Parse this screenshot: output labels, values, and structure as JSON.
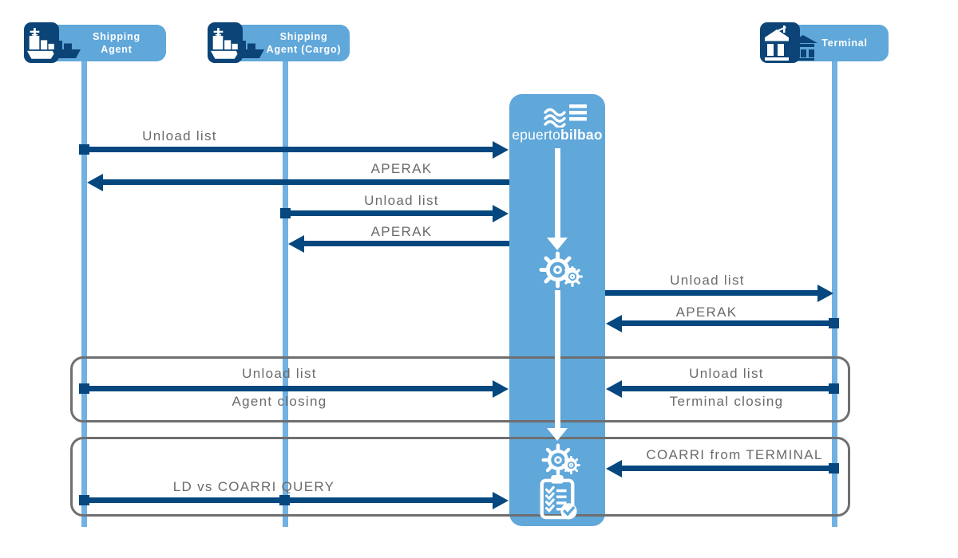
{
  "diagram_type": "sequence",
  "actors": {
    "shipping_agent": {
      "line1": "Shipping",
      "line2": "Agent"
    },
    "shipping_agent_cargo": {
      "line1": "Shipping",
      "line2": "Agent (Cargo)"
    },
    "terminal": {
      "line1": "Terminal"
    }
  },
  "hub": {
    "name_light": "epuerto",
    "name_bold": "bilbao"
  },
  "messages": [
    {
      "label": "Unload list",
      "from": "Shipping Agent",
      "to": "epuertobilbao"
    },
    {
      "label": "APERAK",
      "from": "epuertobilbao",
      "to": "Shipping Agent"
    },
    {
      "label": "Unload list",
      "from": "Shipping Agent (Cargo)",
      "to": "epuertobilbao"
    },
    {
      "label": "APERAK",
      "from": "epuertobilbao",
      "to": "Shipping Agent (Cargo)"
    },
    {
      "label": "Unload list",
      "from": "epuertobilbao",
      "to": "Terminal"
    },
    {
      "label": "APERAK",
      "from": "Terminal",
      "to": "epuertobilbao"
    },
    {
      "label": "Unload list",
      "label2": "Agent closing",
      "from": "Shipping Agent",
      "to": "epuertobilbao"
    },
    {
      "label": "Unload list",
      "label2": "Terminal closing",
      "from": "Terminal",
      "to": "epuertobilbao"
    },
    {
      "label": "COARRI from TERMINAL",
      "from": "Terminal",
      "to": "epuertobilbao"
    },
    {
      "label": "LD vs COARRI QUERY",
      "from": "Shipping Agent / Shipping Agent (Cargo)",
      "to": "epuertobilbao"
    }
  ],
  "colors": {
    "light_blue": "#60a7da",
    "lifeline_blue": "#72b1e1",
    "icon_navy": "#0c4477",
    "arrow_navy": "#05477e",
    "label_text_gray": "#6b6b6b",
    "group_border_gray": "#6f6f6f"
  }
}
